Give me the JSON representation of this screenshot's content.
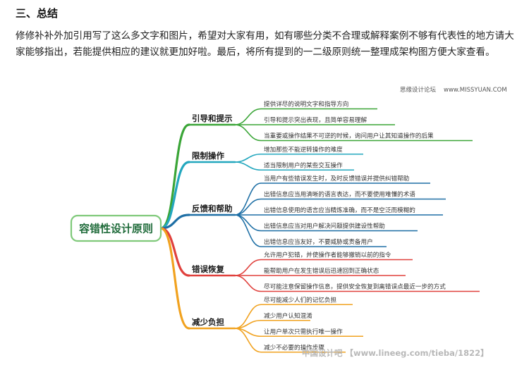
{
  "article": {
    "heading": "三、总结",
    "paragraph": "修修补补外加引用写了这么多文字和图片，希望对大家有用，如有哪些分类不合理或解释案例不够有代表性的地方请大家能够指出，若能提供相应的建议就更加好啦。最后，将所有提到的一二级原则统一整理成架构图方便大家查看。"
  },
  "mindmap": {
    "brand": "思缘设计论坛",
    "brand_url": "www.MISSYUAN.COM",
    "watermark": "中国设计吧 【www.lineeg.com/tieba/1822】",
    "root": "容错性设计原则",
    "branches": [
      {
        "label": "引导和提示",
        "color": "#3aa537",
        "leaves": [
          "提供详尽的说明文字和指导方向",
          "引导和提示突出表现，且简单容易理解",
          "当重要或操作结果不可逆的时候，询问用户让其知道操作的后果"
        ]
      },
      {
        "label": "限制操作",
        "color": "#23a7be",
        "leaves": [
          "增加那些不能逆转操作的难度",
          "适当限制用户的某些交互操作"
        ]
      },
      {
        "label": "反馈和帮助",
        "color": "#1e6fa5",
        "leaves": [
          "当用户有些错误发生时，及时反馈错误并提供纠错帮助",
          "出错信息应当用清晰的语言表达，而不要使用难懂的术语",
          "出错信息使用的语言应当精炼准确，而不是空泛而模糊的",
          "出错信息应当对用户解决问题提供建设性帮助",
          "出错信息应当友好，不要威胁或责备用户"
        ]
      },
      {
        "label": "错误恢复",
        "color": "#e0403c",
        "leaves": [
          "允许用户犯错，并使操作者能够撤销以前的指令",
          "能帮助用户在发生错误后迅速回到正确状态",
          "尽可能注意保留操作信息，提供安全恢复到离错误点最近一步的方式"
        ]
      },
      {
        "label": "减少负担",
        "color": "#f1a21f",
        "leaves": [
          "尽可能减少人们的记忆负担",
          "减少用户认知混淆",
          "让用户单次只需执行唯一操作",
          "减少不必要的操作步骤"
        ]
      }
    ]
  }
}
